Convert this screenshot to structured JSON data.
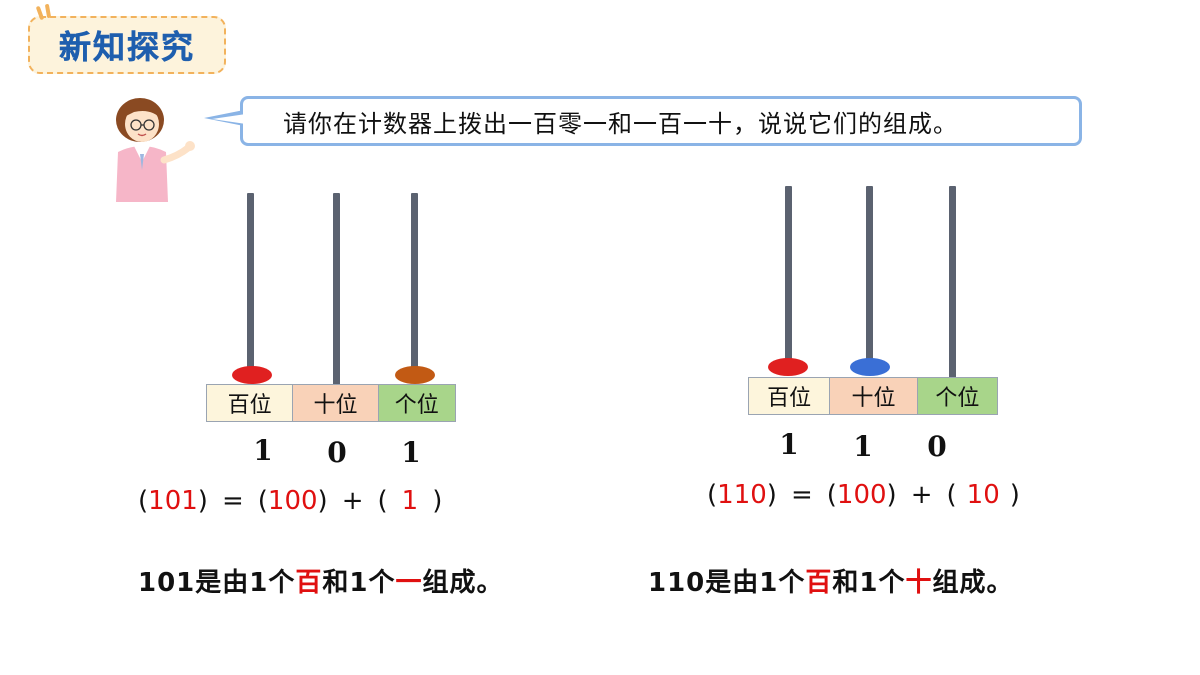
{
  "title": "新知探究",
  "bubble_text": "请你在计数器上拨出一百零一和一百一十，说说它们的组成。",
  "left": {
    "labels": [
      "百位",
      "十位",
      "个位"
    ],
    "digits": [
      "1",
      "0",
      "1"
    ],
    "equation": {
      "total": "101",
      "hundreds": "100",
      "ones": "1",
      "equals": "=",
      "plus": "+"
    },
    "sentence": {
      "number": "101",
      "part1": "是由1个",
      "unit1": "百",
      "part2": "和1个",
      "unit2": "一",
      "part3": "组成。"
    }
  },
  "right": {
    "labels": [
      "百位",
      "十位",
      "个位"
    ],
    "digits": [
      "1",
      "1",
      "0"
    ],
    "equation": {
      "total": "110",
      "hundreds": "100",
      "tens": "10",
      "equals": "=",
      "plus": "+"
    },
    "sentence": {
      "number": "110",
      "part1": "是由1个",
      "unit1": "百",
      "part2": "和1个",
      "unit2": "十",
      "part3": "组成。"
    }
  },
  "colors": {
    "answer_red": "#e01010",
    "title_blue": "#1f5fae",
    "bubble_border": "#8ab4e6"
  }
}
